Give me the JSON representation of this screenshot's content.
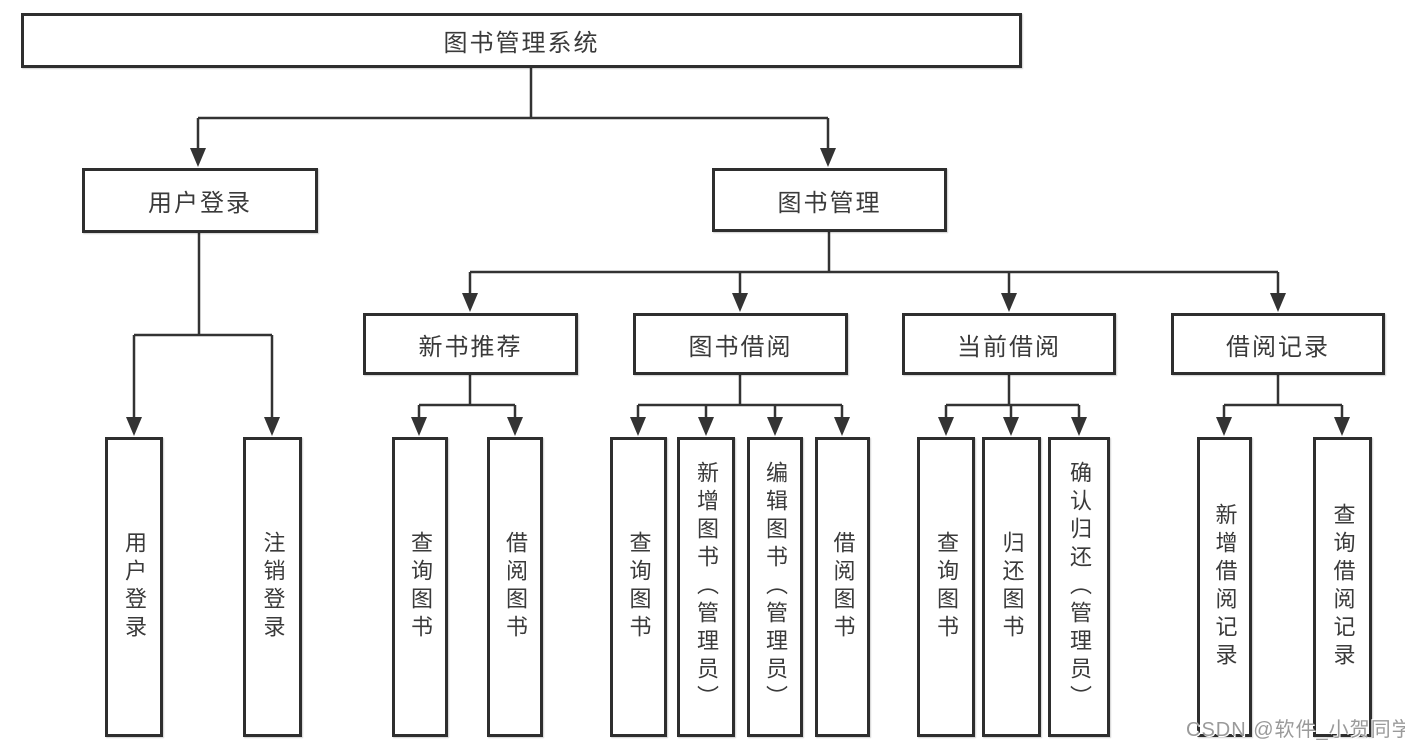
{
  "nodes": {
    "root": "图书管理系统",
    "level1": {
      "user_login": "用户登录",
      "book_mgmt": "图书管理"
    },
    "level2": {
      "new_book_rec": "新书推荐",
      "book_borrow": "图书借阅",
      "current_borrow": "当前借阅",
      "borrow_record": "借阅记录"
    },
    "leaves": {
      "login_user": "用户登录",
      "login_logout": "注销登录",
      "rec_query": "查询图书",
      "rec_borrow": "借阅图书",
      "bor_query": "查询图书",
      "bor_add": "新增图书（管理员）",
      "bor_edit": "编辑图书（管理员）",
      "bor_borrow": "借阅图书",
      "cur_query": "查询图书",
      "cur_return": "归还图书",
      "cur_confirm": "确认归还（管理员）",
      "record_add": "新增借阅记录",
      "record_query": "查询借阅记录"
    }
  },
  "watermark": "CSDN @软件_小贺同学",
  "colors": {
    "line": "#333333",
    "box_border": "#2e2e2e",
    "text": "#3a3a3a",
    "watermark": "#9a9a9a",
    "background": "#ffffff"
  }
}
